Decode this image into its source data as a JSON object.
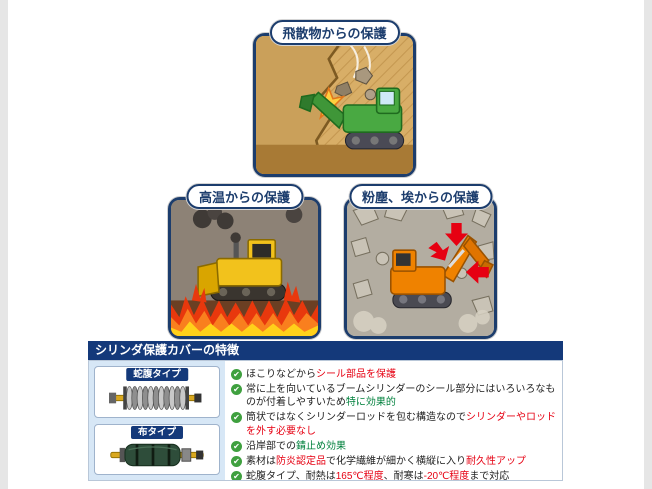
{
  "colors": {
    "navy": "#14397a",
    "red": "#e60012",
    "green": "#00803c",
    "check": "#3fa03f",
    "panelborder": "#1c3d6d",
    "leftcol": "#d7e7f6"
  },
  "panels": [
    {
      "id": "flying",
      "label": "飛散物からの保護"
    },
    {
      "id": "heat",
      "label": "高温からの保護"
    },
    {
      "id": "dust",
      "label": "粉塵、埃からの保護"
    }
  ],
  "features": {
    "title": "シリンダ保護カバーの特徴",
    "products": [
      {
        "label": "蛇腹タイプ"
      },
      {
        "label": "布タイプ"
      }
    ],
    "bullets": [
      {
        "segments": [
          {
            "t": "ほこりなどから",
            "c": "k"
          },
          {
            "t": "シール部品を保護",
            "c": "r"
          }
        ]
      },
      {
        "segments": [
          {
            "t": "常に上を向いているブームシリンダーのシール部分にはいろいろなものが付着しやすいため",
            "c": "k"
          },
          {
            "t": "特に効果的",
            "c": "g"
          }
        ]
      },
      {
        "segments": [
          {
            "t": "筒状ではなくシリンダーロッドを包む構造なので",
            "c": "k"
          },
          {
            "t": "シリンダーやロッドを外す必要なし",
            "c": "r"
          }
        ]
      },
      {
        "segments": [
          {
            "t": "沿岸部での",
            "c": "k"
          },
          {
            "t": "錆止め効果",
            "c": "g"
          }
        ]
      },
      {
        "segments": [
          {
            "t": "素材は",
            "c": "k"
          },
          {
            "t": "防炎認定品",
            "c": "r"
          },
          {
            "t": "で化学繊維が細かく横縦に入り",
            "c": "k"
          },
          {
            "t": "耐久性アップ",
            "c": "r"
          }
        ]
      },
      {
        "segments": [
          {
            "t": "蛇腹タイプ、耐熱は",
            "c": "k"
          },
          {
            "t": "165℃程度",
            "c": "r"
          },
          {
            "t": "、耐寒は",
            "c": "k"
          },
          {
            "t": "-20℃程度",
            "c": "r"
          },
          {
            "t": "まで対応",
            "c": "k"
          }
        ]
      }
    ]
  }
}
